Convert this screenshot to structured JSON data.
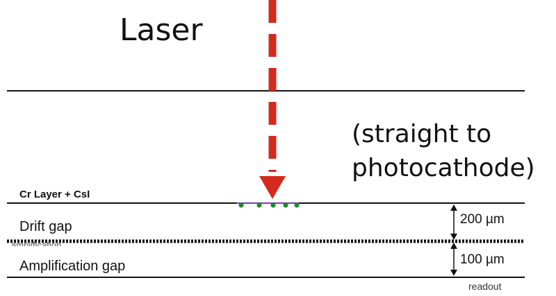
{
  "laser": {
    "label": "Laser",
    "arrow_color": "#d42a1e"
  },
  "note": {
    "line1": "(straight to",
    "line2": "photocathode)"
  },
  "layers": {
    "cathode_label": "Cr Layer + CsI",
    "drift_gap_label": "Drift gap",
    "amplification_gap_label": "Amplification gap",
    "amplification_overlap_text": "amplification",
    "readout_label": "readout"
  },
  "dimensions": {
    "drift_gap": "200 µm",
    "amplification_gap": "100 µm"
  },
  "colors": {
    "dots": "#1c8a2a",
    "photocathode_strip": "#7a3ea0"
  }
}
